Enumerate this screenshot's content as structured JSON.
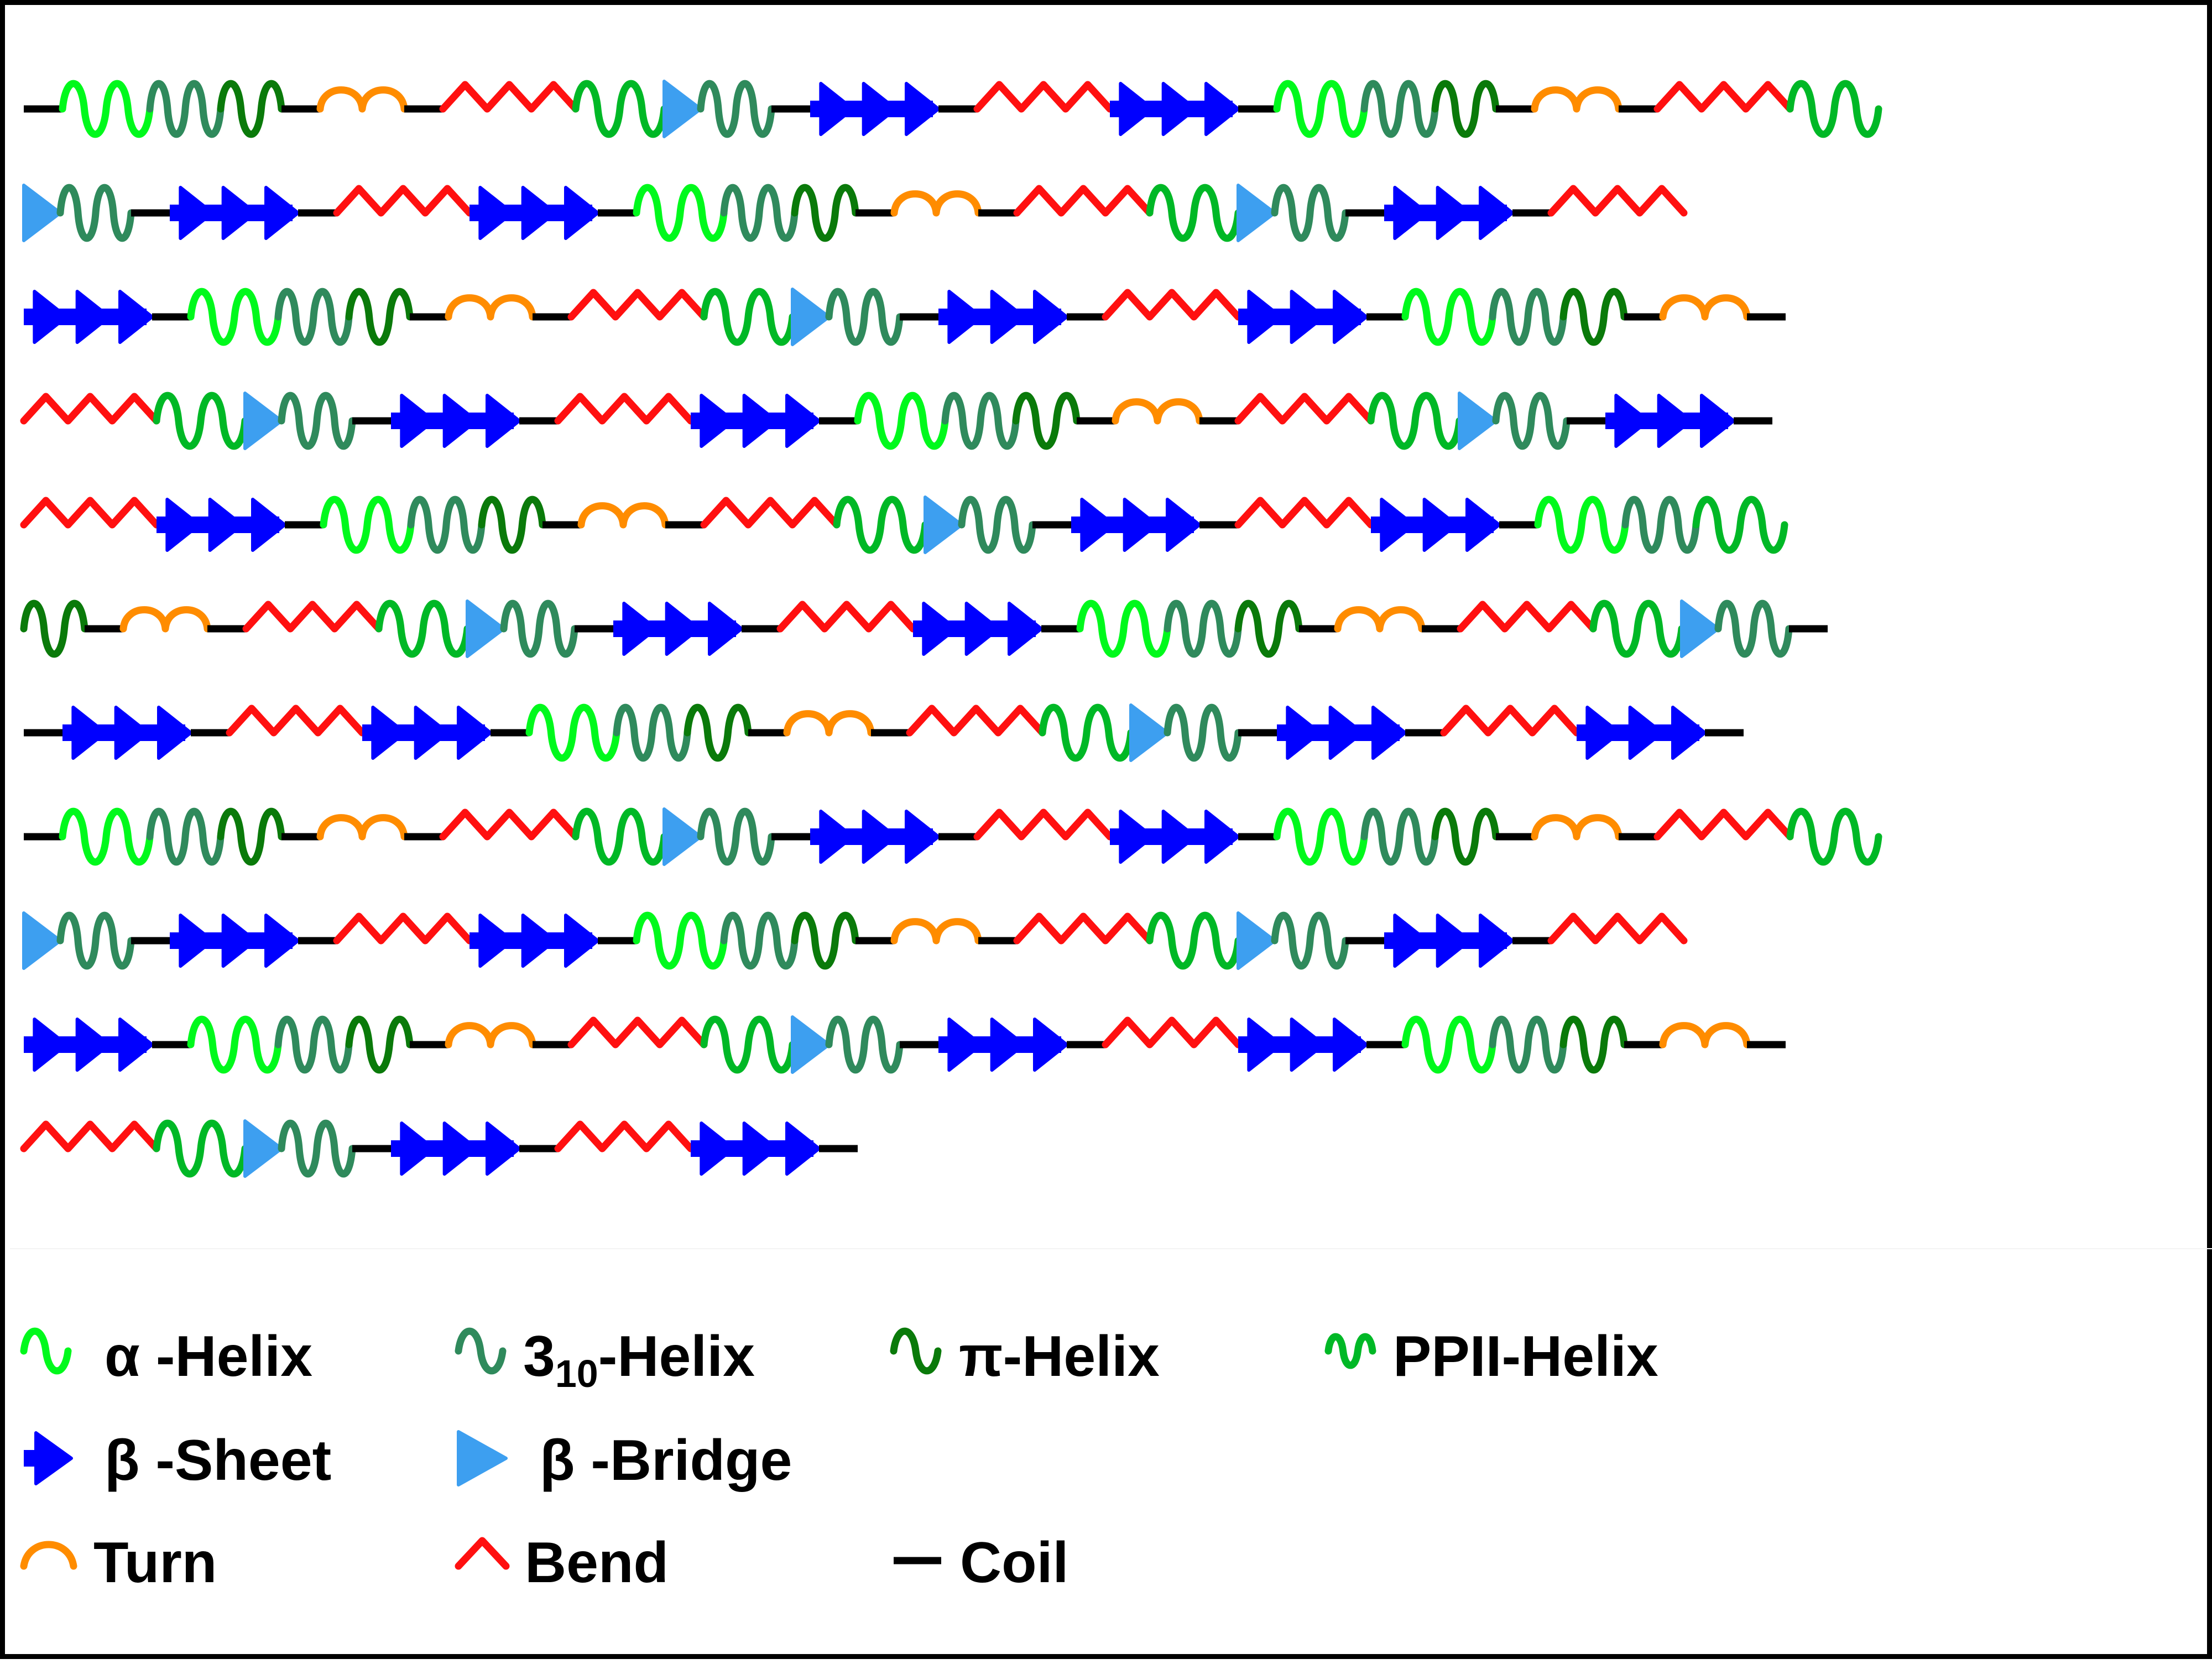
{
  "colors": {
    "alpha": "#00f91c",
    "three_ten": "#2f8a5c",
    "pi": "#0a7a0a",
    "ppii": "#00b826",
    "sheet": "#0000ff",
    "bridge": "#3d9ff0",
    "turn": "#ff8c00",
    "bend": "#ff1010",
    "coil": "#000000"
  },
  "legend": [
    {
      "key": "alpha",
      "icon": "alpha-helix-icon",
      "label_pre": "α -Helix",
      "sub": "",
      "label_post": ""
    },
    {
      "key": "three_ten",
      "icon": "three-ten-helix-icon",
      "label_pre": "3",
      "sub": "10",
      "label_post": "-Helix"
    },
    {
      "key": "pi",
      "icon": "pi-helix-icon",
      "label_pre": "π-Helix",
      "sub": "",
      "label_post": ""
    },
    {
      "key": "ppii",
      "icon": "ppii-helix-icon",
      "label_pre": "PPII-Helix",
      "sub": "",
      "label_post": ""
    },
    {
      "key": "sheet",
      "icon": "beta-sheet-icon",
      "label_pre": "β -Sheet",
      "sub": "",
      "label_post": ""
    },
    {
      "key": "bridge",
      "icon": "beta-bridge-icon",
      "label_pre": "β -Bridge",
      "sub": "",
      "label_post": ""
    },
    {
      "key": "turn",
      "icon": "turn-icon",
      "label_pre": "Turn",
      "sub": "",
      "label_post": ""
    },
    {
      "key": "bend",
      "icon": "bend-icon",
      "label_pre": "Bend",
      "sub": "",
      "label_post": ""
    },
    {
      "key": "coil",
      "icon": "coil-icon",
      "label_pre": "Coil",
      "sub": "",
      "label_post": ""
    }
  ],
  "sequence": {
    "rows": [
      [
        "coil",
        "alpha",
        "three_ten",
        "pi",
        "coil",
        "turn",
        "coil",
        "bend",
        "ppii",
        "bridge",
        "three_ten",
        "coil",
        "sheet",
        "coil",
        "bend",
        "sheet",
        "coil",
        "alpha",
        "three_ten",
        "pi",
        "coil",
        "turn",
        "coil",
        "bend",
        "ppii"
      ],
      [
        "bridge",
        "three_ten",
        "coil",
        "sheet",
        "coil",
        "bend",
        "sheet",
        "coil",
        "alpha",
        "three_ten",
        "pi",
        "coil",
        "turn",
        "coil",
        "bend",
        "ppii",
        "bridge",
        "three_ten",
        "coil",
        "sheet",
        "coil",
        "bend"
      ],
      [
        "sheet",
        "coil",
        "alpha",
        "three_ten",
        "pi",
        "coil",
        "turn",
        "coil",
        "bend",
        "ppii",
        "bridge",
        "three_ten",
        "coil",
        "sheet",
        "coil",
        "bend",
        "sheet",
        "coil",
        "alpha",
        "three_ten",
        "pi",
        "coil",
        "turn",
        "coil"
      ],
      [
        "bend",
        "ppii",
        "bridge",
        "three_ten",
        "coil",
        "sheet",
        "coil",
        "bend",
        "sheet",
        "coil",
        "alpha",
        "three_ten",
        "pi",
        "coil",
        "turn",
        "coil",
        "bend",
        "ppii",
        "bridge",
        "three_ten",
        "coil",
        "sheet",
        "coil"
      ],
      [
        "bend",
        "sheet",
        "coil",
        "alpha",
        "three_ten",
        "pi",
        "coil",
        "turn",
        "coil",
        "bend",
        "ppii",
        "bridge",
        "three_ten",
        "coil",
        "sheet",
        "coil",
        "bend",
        "sheet",
        "coil",
        "alpha",
        "three_ten",
        "ppii"
      ],
      [
        "pi",
        "coil",
        "turn",
        "coil",
        "bend",
        "ppii",
        "bridge",
        "three_ten",
        "coil",
        "sheet",
        "coil",
        "bend",
        "sheet",
        "coil",
        "alpha",
        "three_ten",
        "pi",
        "coil",
        "turn",
        "coil",
        "bend",
        "ppii",
        "bridge",
        "three_ten",
        "coil"
      ],
      [
        "coil",
        "sheet",
        "coil",
        "bend",
        "sheet",
        "coil",
        "alpha",
        "three_ten",
        "pi",
        "coil",
        "turn",
        "coil",
        "bend",
        "ppii",
        "bridge",
        "three_ten",
        "coil",
        "sheet",
        "coil",
        "bend",
        "sheet",
        "coil"
      ],
      [
        "coil",
        "alpha",
        "three_ten",
        "pi",
        "coil",
        "turn",
        "coil",
        "bend",
        "ppii",
        "bridge",
        "three_ten",
        "coil",
        "sheet",
        "coil",
        "bend",
        "sheet",
        "coil",
        "alpha",
        "three_ten",
        "pi",
        "coil",
        "turn",
        "coil",
        "bend",
        "ppii"
      ],
      [
        "bridge",
        "three_ten",
        "coil",
        "sheet",
        "coil",
        "bend",
        "sheet",
        "coil",
        "alpha",
        "three_ten",
        "pi",
        "coil",
        "turn",
        "coil",
        "bend",
        "ppii",
        "bridge",
        "three_ten",
        "coil",
        "sheet",
        "coil",
        "bend"
      ],
      [
        "sheet",
        "coil",
        "alpha",
        "three_ten",
        "pi",
        "coil",
        "turn",
        "coil",
        "bend",
        "ppii",
        "bridge",
        "three_ten",
        "coil",
        "sheet",
        "coil",
        "bend",
        "sheet",
        "coil",
        "alpha",
        "three_ten",
        "pi",
        "coil",
        "turn",
        "coil"
      ],
      [
        "bend",
        "ppii",
        "bridge",
        "three_ten",
        "coil",
        "sheet",
        "coil",
        "bend",
        "sheet",
        "coil"
      ]
    ]
  }
}
